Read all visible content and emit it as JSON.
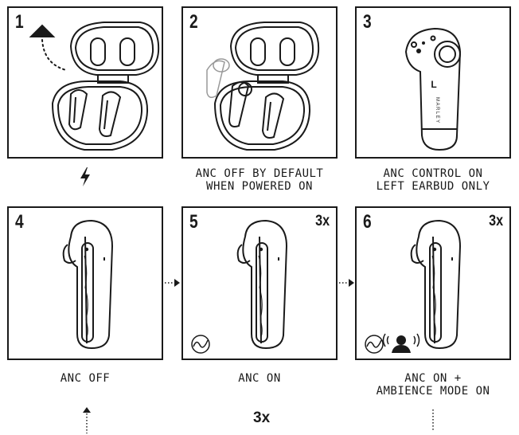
{
  "steps": [
    {
      "number": "1",
      "caption_lines": []
    },
    {
      "number": "2",
      "caption_lines": [
        "ANC OFF BY DEFAULT",
        "WHEN POWERED ON"
      ]
    },
    {
      "number": "3",
      "caption_lines": [
        "ANC CONTROL ON",
        "LEFT EARBUD ONLY"
      ]
    },
    {
      "number": "4",
      "caption_lines": [
        "ANC OFF"
      ]
    },
    {
      "number": "5",
      "press_count": "3x",
      "caption_lines": [
        "ANC ON"
      ]
    },
    {
      "number": "6",
      "press_count": "3x",
      "caption_lines": [
        "ANC ON +",
        "AMBIENCE MODE ON"
      ]
    }
  ],
  "earbud_brand": "MARLEY",
  "earbud_side": "L",
  "bottom_press_count": "3x",
  "icons": {
    "step1_caption": "lightning-bolt",
    "anc_mode": "anc-wave",
    "ambience_mode": "person-sound"
  }
}
